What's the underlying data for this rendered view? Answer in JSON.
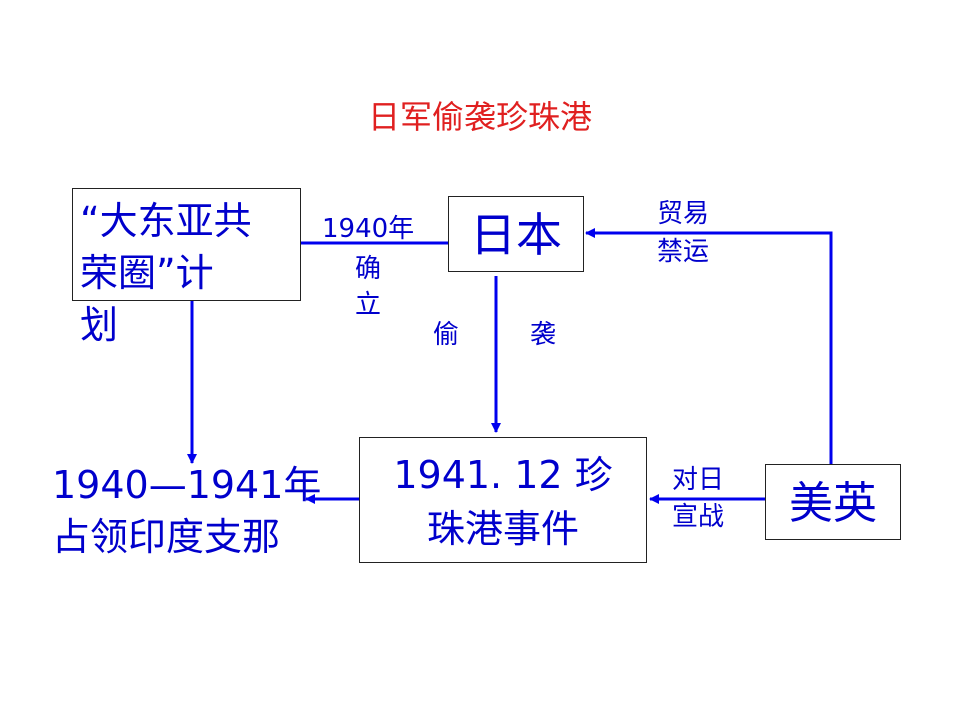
{
  "colors": {
    "title": "#e02020",
    "text": "#0000cc",
    "arrow": "#0000ee"
  },
  "title": "日军偷袭珍珠港",
  "nodes": {
    "plan": {
      "line1": "“大东亚共",
      "line2": "荣圈”计",
      "line3": "划"
    },
    "japan": {
      "label": "日本"
    },
    "pearl": {
      "line1": "1941. 12 珍",
      "line2": "珠港事件"
    },
    "usuk": {
      "label": "美英"
    },
    "indochina": {
      "line1": "1940—1941年",
      "line2": "占领印度支那"
    }
  },
  "edges": {
    "establish": {
      "line1": "1940年",
      "line2": "确",
      "line3": "立"
    },
    "sneak_attack": {
      "left": "偷",
      "right": "袭"
    },
    "embargo": {
      "line1": "贸易",
      "line2": "禁运"
    },
    "declare_war": {
      "line1": "对日",
      "line2": "宣战"
    }
  }
}
